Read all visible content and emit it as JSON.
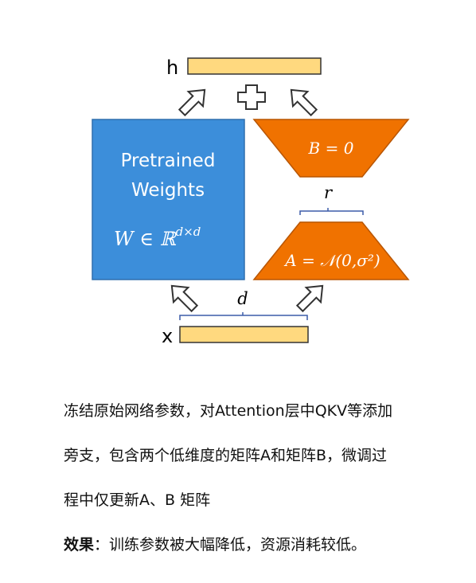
{
  "diagram": {
    "h_label": "h",
    "x_label": "x",
    "plus_symbol": "+",
    "pretrained_title_line1": "Pretrained",
    "pretrained_title_line2": "Weights",
    "pretrained_formula": "W ∈ ℝ",
    "pretrained_formula_sup": "d×d",
    "matrix_b_label": "B = 0",
    "matrix_a_label": "A = 𝒩(0,σ²)",
    "r_label": "r",
    "d_label": "d",
    "colors": {
      "bar": "#FFD97F",
      "pretrained_box": "#3C8EDA",
      "adapter": "#F07200"
    }
  },
  "caption": {
    "line1": "冻结原始网络参数，对Attention层中QKV等添加",
    "line2": "旁支，包含两个低维度的矩阵A和矩阵B，微调过",
    "line3": "程中仅更新A、B 矩阵",
    "effect_label": "效果",
    "effect_text": "：训练参数被大幅降低，资源消耗较低。"
  }
}
